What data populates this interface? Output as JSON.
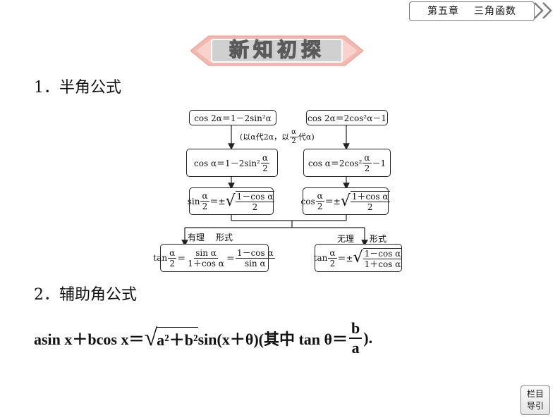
{
  "header": {
    "chapter": "第五章",
    "chapter_title": "三角函数"
  },
  "banner": {
    "text": "新知初探"
  },
  "section1": {
    "heading": "1．半角公式"
  },
  "flowchart": {
    "box_left_top": "cos 2α＝1－2sin²α",
    "box_right_top": "cos 2α＝2cos²α－1",
    "substitution_note": {
      "prefix": "(以α代2α，以",
      "frac_num": "α",
      "frac_den": "2",
      "suffix": "代α)"
    },
    "box_cos_left": {
      "lead": "cos α＝1－2sin²",
      "frac_num": "α",
      "frac_den": "2"
    },
    "box_cos_right": {
      "lead": "cos α＝2cos²",
      "frac_num": "α",
      "frac_den": "2",
      "tail": "－1"
    },
    "box_sin_half": {
      "fn": "sin",
      "frac_num": "α",
      "frac_den": "2",
      "eq": "＝±",
      "root_num": "1－cos α",
      "root_den": "2"
    },
    "box_cos_half": {
      "fn": "cos",
      "frac_num": "α",
      "frac_den": "2",
      "eq": "＝±",
      "root_num": "1＋cos α",
      "root_den": "2"
    },
    "label_rational": "有理",
    "label_irrational": "无理",
    "label_form": "形式",
    "box_tan_rational": {
      "fn": "tan",
      "frac_num": "α",
      "frac_den": "2",
      "f1_num": "sin α",
      "f1_den": "1＋cos α",
      "f2_num": "1－cos α",
      "f2_den": "sin α"
    },
    "box_tan_irrational": {
      "fn": "tan",
      "frac_num": "α",
      "frac_den": "2",
      "eq": "＝±",
      "root_num": "1－cos α",
      "root_den": "1＋cos α"
    }
  },
  "section2": {
    "heading": "2．辅助角公式"
  },
  "aux_formula": {
    "lhs": "asin x＋bcos x＝",
    "radicand": "a²＋b²",
    "middle": "sin(x＋θ)(其中 tan θ＝",
    "frac_num": "b",
    "frac_den": "a",
    "end": ")."
  },
  "nav": {
    "line1": "栏目",
    "line2": "导引"
  },
  "colors": {
    "banner_fill": "#f2b7ae",
    "banner_bar": "#cfcfcf",
    "border": "#222222"
  }
}
